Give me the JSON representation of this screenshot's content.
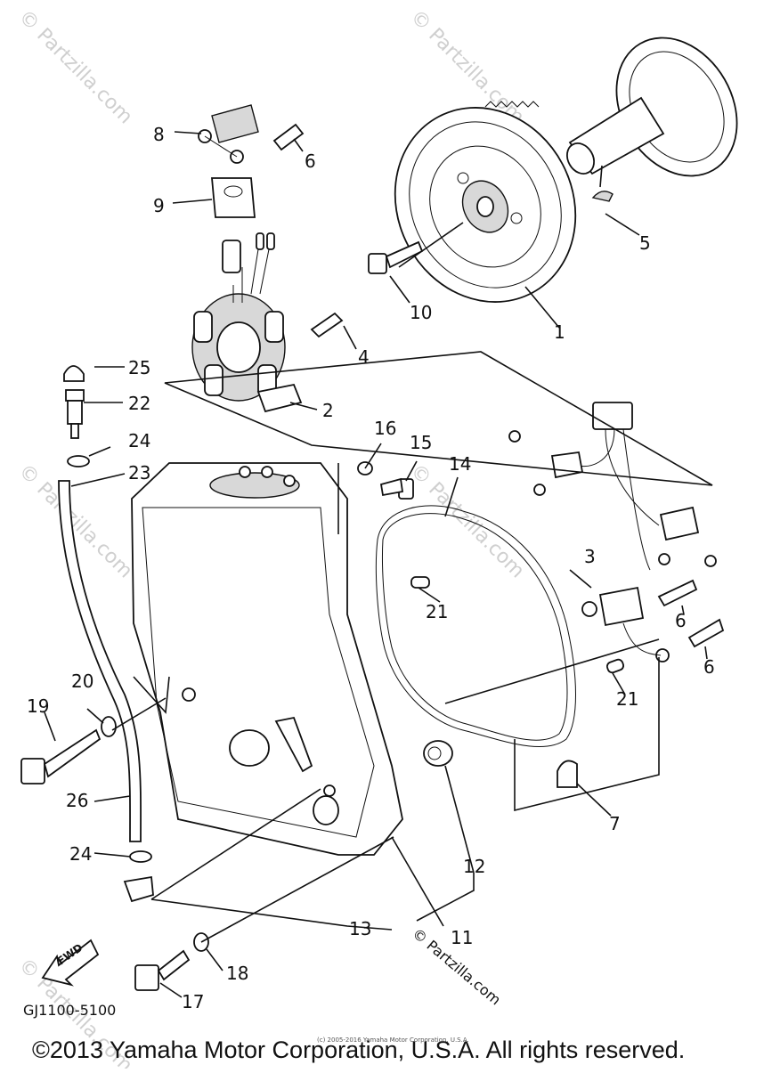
{
  "callouts": [
    {
      "id": "c1",
      "text": "1"
    },
    {
      "id": "c2",
      "text": "2"
    },
    {
      "id": "c3",
      "text": "3"
    },
    {
      "id": "c4",
      "text": "4"
    },
    {
      "id": "c5",
      "text": "5"
    },
    {
      "id": "c6a",
      "text": "6"
    },
    {
      "id": "c6b",
      "text": "6"
    },
    {
      "id": "c6c",
      "text": "6"
    },
    {
      "id": "c7",
      "text": "7"
    },
    {
      "id": "c8",
      "text": "8"
    },
    {
      "id": "c9",
      "text": "9"
    },
    {
      "id": "c10",
      "text": "10"
    },
    {
      "id": "c11",
      "text": "11"
    },
    {
      "id": "c12",
      "text": "12"
    },
    {
      "id": "c13",
      "text": "13"
    },
    {
      "id": "c14",
      "text": "14"
    },
    {
      "id": "c15",
      "text": "15"
    },
    {
      "id": "c16",
      "text": "16"
    },
    {
      "id": "c17",
      "text": "17"
    },
    {
      "id": "c18",
      "text": "18"
    },
    {
      "id": "c19",
      "text": "19"
    },
    {
      "id": "c20",
      "text": "20"
    },
    {
      "id": "c21a",
      "text": "21"
    },
    {
      "id": "c21b",
      "text": "21"
    },
    {
      "id": "c22",
      "text": "22"
    },
    {
      "id": "c23",
      "text": "23"
    },
    {
      "id": "c24a",
      "text": "24"
    },
    {
      "id": "c24b",
      "text": "24"
    },
    {
      "id": "c25",
      "text": "25"
    },
    {
      "id": "c26",
      "text": "26"
    }
  ],
  "fwd_label": "FWD",
  "diagram_code": "GJ1100-5100",
  "copyright": "©2013 Yamaha Motor Corporation, U.S.A. All rights reserved.",
  "small_copyright": "(c) 2005-2016 Yamaha Motor Corporation, U.S.A.",
  "watermark_text": "© Partzilla.com"
}
